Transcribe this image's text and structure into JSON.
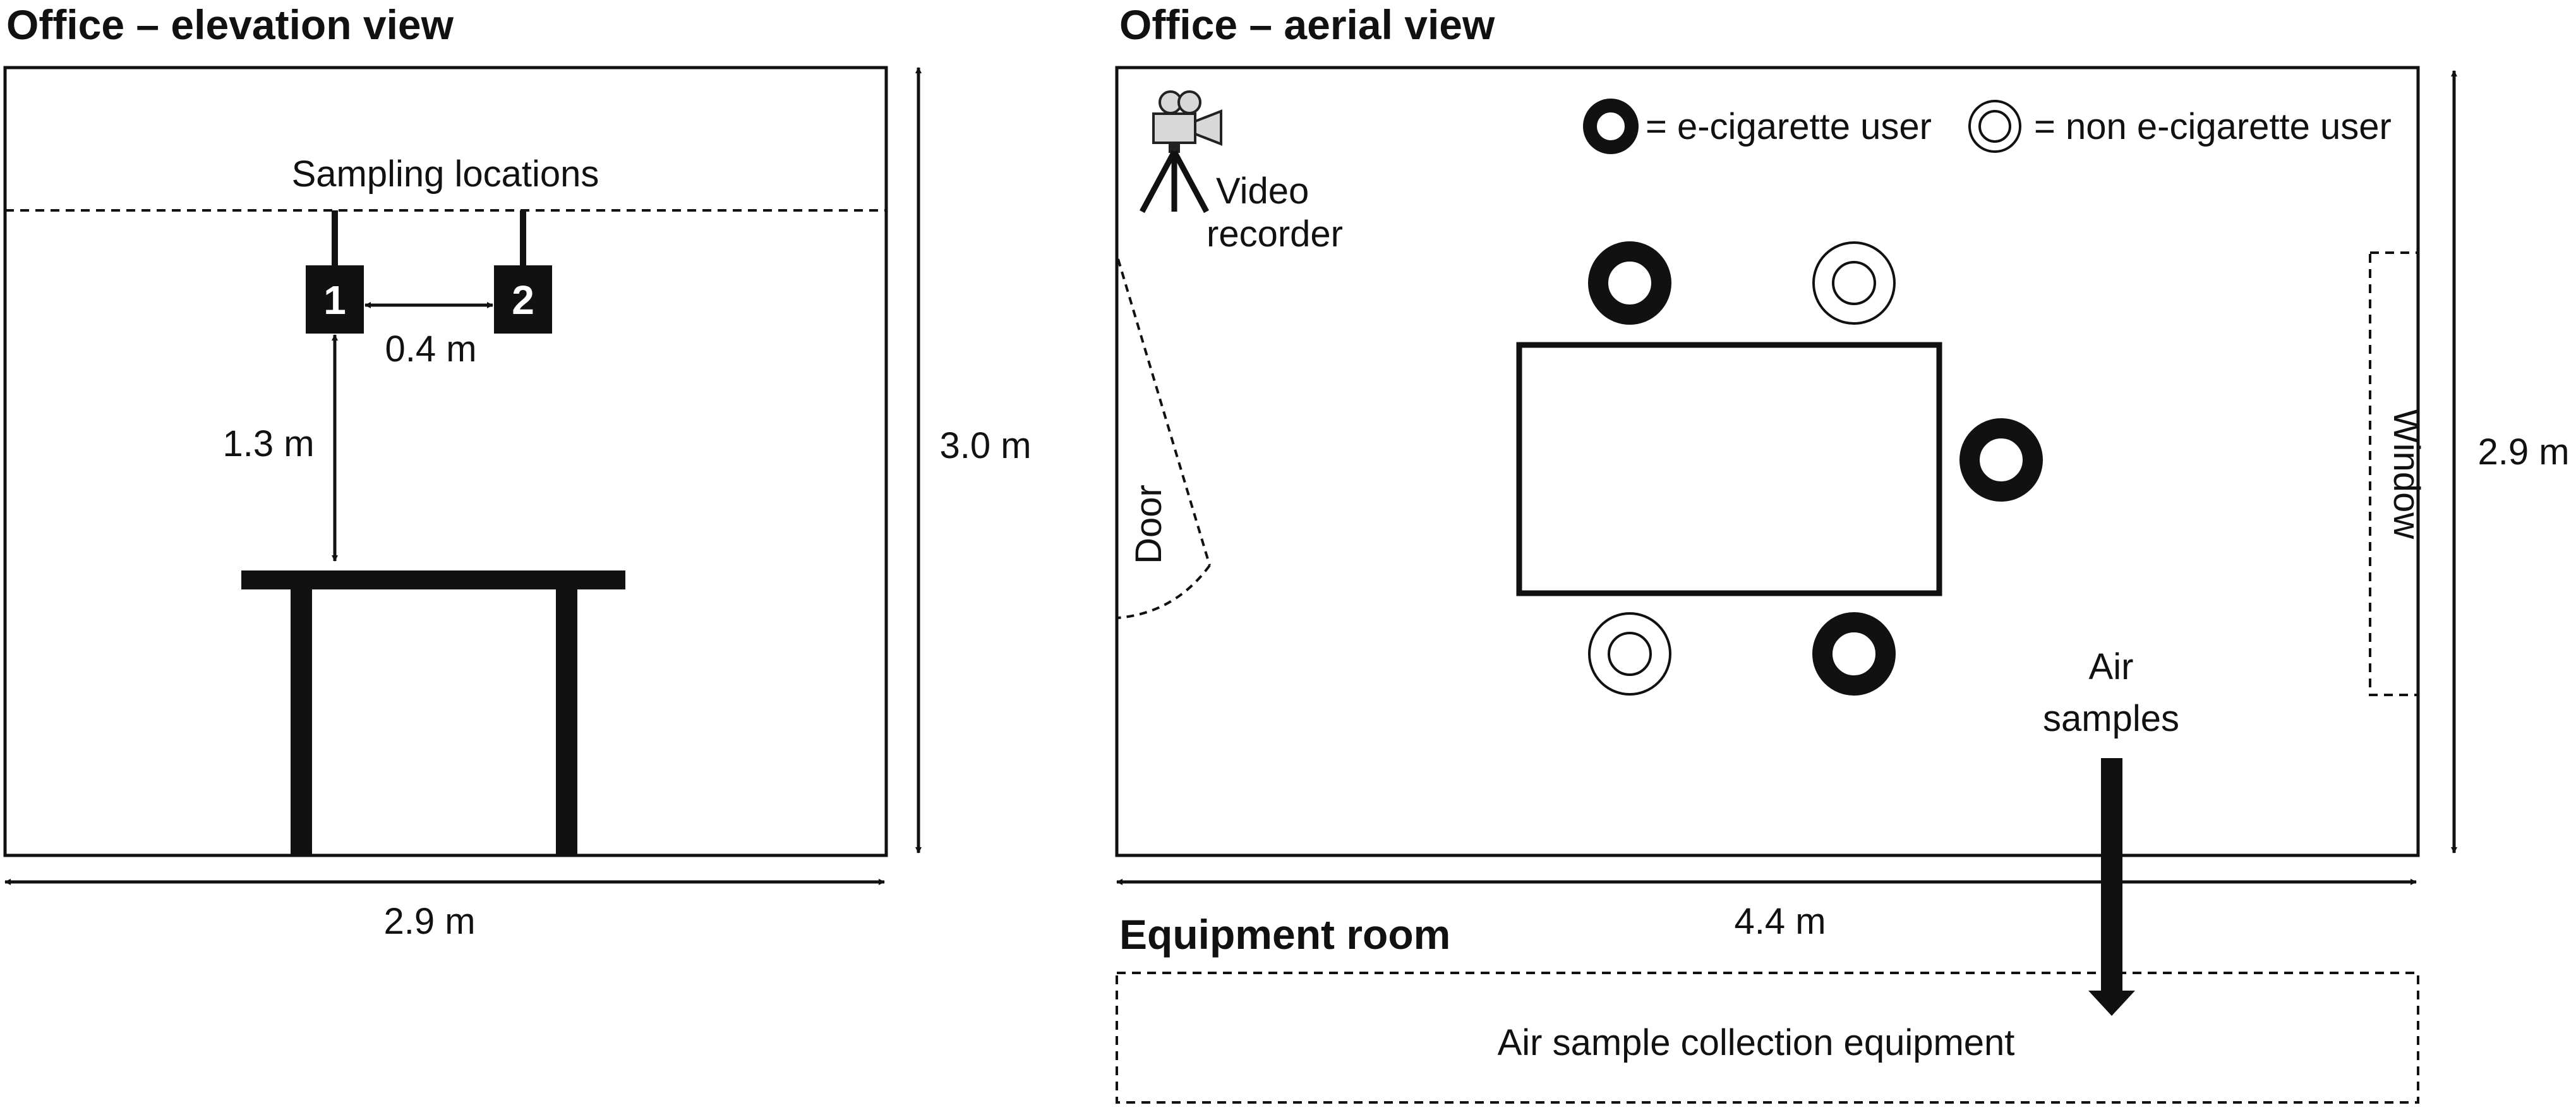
{
  "elevation": {
    "title": "Office – elevation view",
    "sampling_label": "Sampling locations",
    "location_1": "1",
    "location_2": "2",
    "spacing_label": "0.4 m",
    "height_above_table_label": "1.3 m",
    "room_height_label": "3.0 m",
    "room_width_label": "2.9 m"
  },
  "aerial": {
    "title": "Office – aerial view",
    "camera_label_line1": "Video",
    "camera_label_line2": "recorder",
    "legend_user": "= e-cigarette user",
    "legend_nonuser": "= non e-cigarette user",
    "door_label": "Door",
    "window_label": "Window",
    "air_samples_line1": "Air",
    "air_samples_line2": "samples",
    "room_depth_label": "2.9 m",
    "room_length_label": "4.4 m"
  },
  "equipment": {
    "title": "Equipment room",
    "box_label": "Air sample collection equipment"
  }
}
